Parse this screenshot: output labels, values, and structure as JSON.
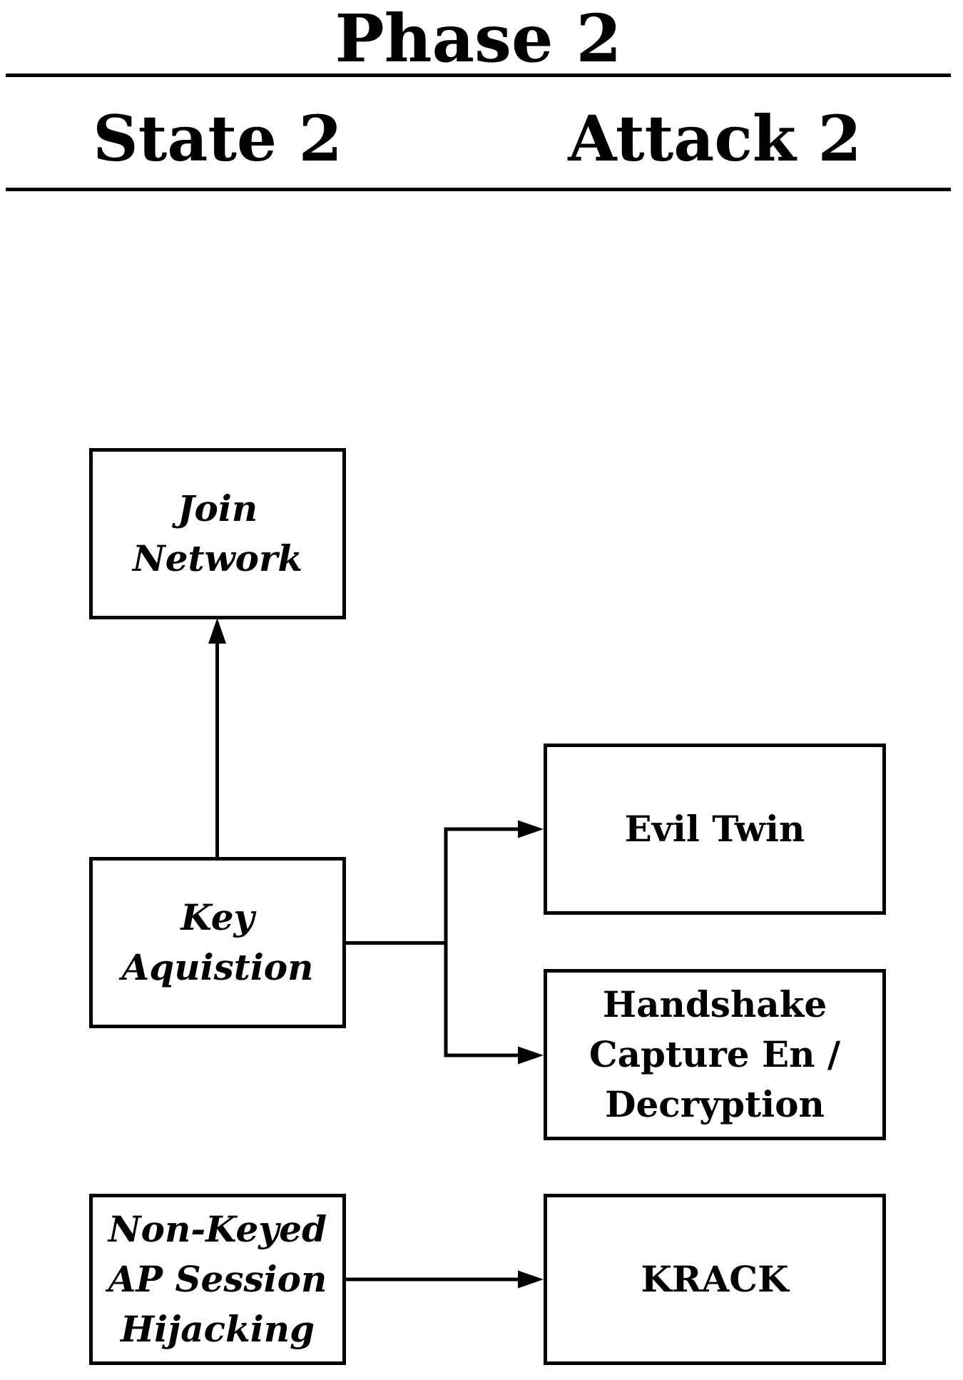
{
  "header": {
    "title": "Phase 2",
    "columns": [
      {
        "label": "State 2"
      },
      {
        "label": "Attack 2"
      }
    ]
  },
  "nodes": {
    "join_network": {
      "type": "state",
      "lines": [
        "Join",
        "Network"
      ]
    },
    "key_aquistion": {
      "type": "state",
      "lines": [
        "Key",
        "Aquistion"
      ]
    },
    "non_keyed": {
      "type": "state",
      "lines": [
        "Non-Keyed",
        "AP Session",
        "Hijacking"
      ]
    },
    "evil_twin": {
      "type": "attack",
      "lines": [
        "Evil Twin"
      ]
    },
    "handshake": {
      "type": "attack",
      "lines": [
        "Handshake",
        "Capture En /",
        "Decryption"
      ]
    },
    "krack": {
      "type": "attack",
      "lines": [
        "KRACK"
      ]
    }
  },
  "edges": [
    {
      "from": "key_aquistion",
      "to": "join_network"
    },
    {
      "from": "key_aquistion",
      "to": "evil_twin"
    },
    {
      "from": "key_aquistion",
      "to": "handshake"
    },
    {
      "from": "non_keyed",
      "to": "krack"
    }
  ],
  "colors": {
    "ink": "#000000",
    "background": "#ffffff"
  }
}
